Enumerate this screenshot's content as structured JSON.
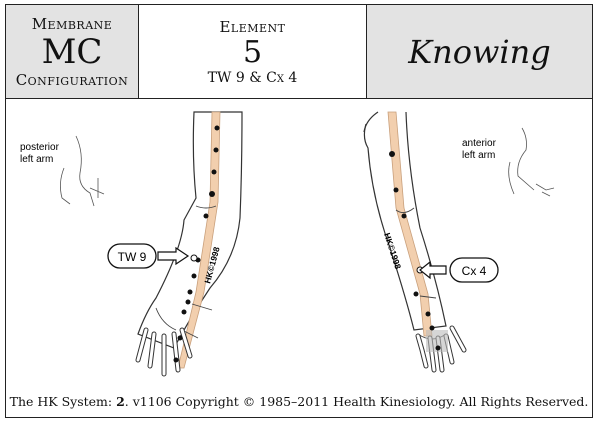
{
  "header": {
    "membrane_label": "Membrane",
    "membrane_value": "MC",
    "configuration_label": "Configuration",
    "element_label": "Element",
    "element_number": "5",
    "points": "TW 9 & Cx 4",
    "title": "Knowing"
  },
  "diagram": {
    "left_inset_label_1": "posterior",
    "left_inset_label_2": "left arm",
    "right_inset_label_1": "anterior",
    "right_inset_label_2": "left arm",
    "left_point_callout": "TW 9",
    "right_point_callout": "Cx 4",
    "left_watermark": "HK©1998",
    "right_watermark": "HK©1998",
    "meridian_color": "#f2cfae"
  },
  "footer": {
    "prefix": "The HK System: ",
    "system_number": "2",
    "version": ". v1106 Copyright © 1985–2011  Health Kinesiology.  All Rights Reserved."
  }
}
